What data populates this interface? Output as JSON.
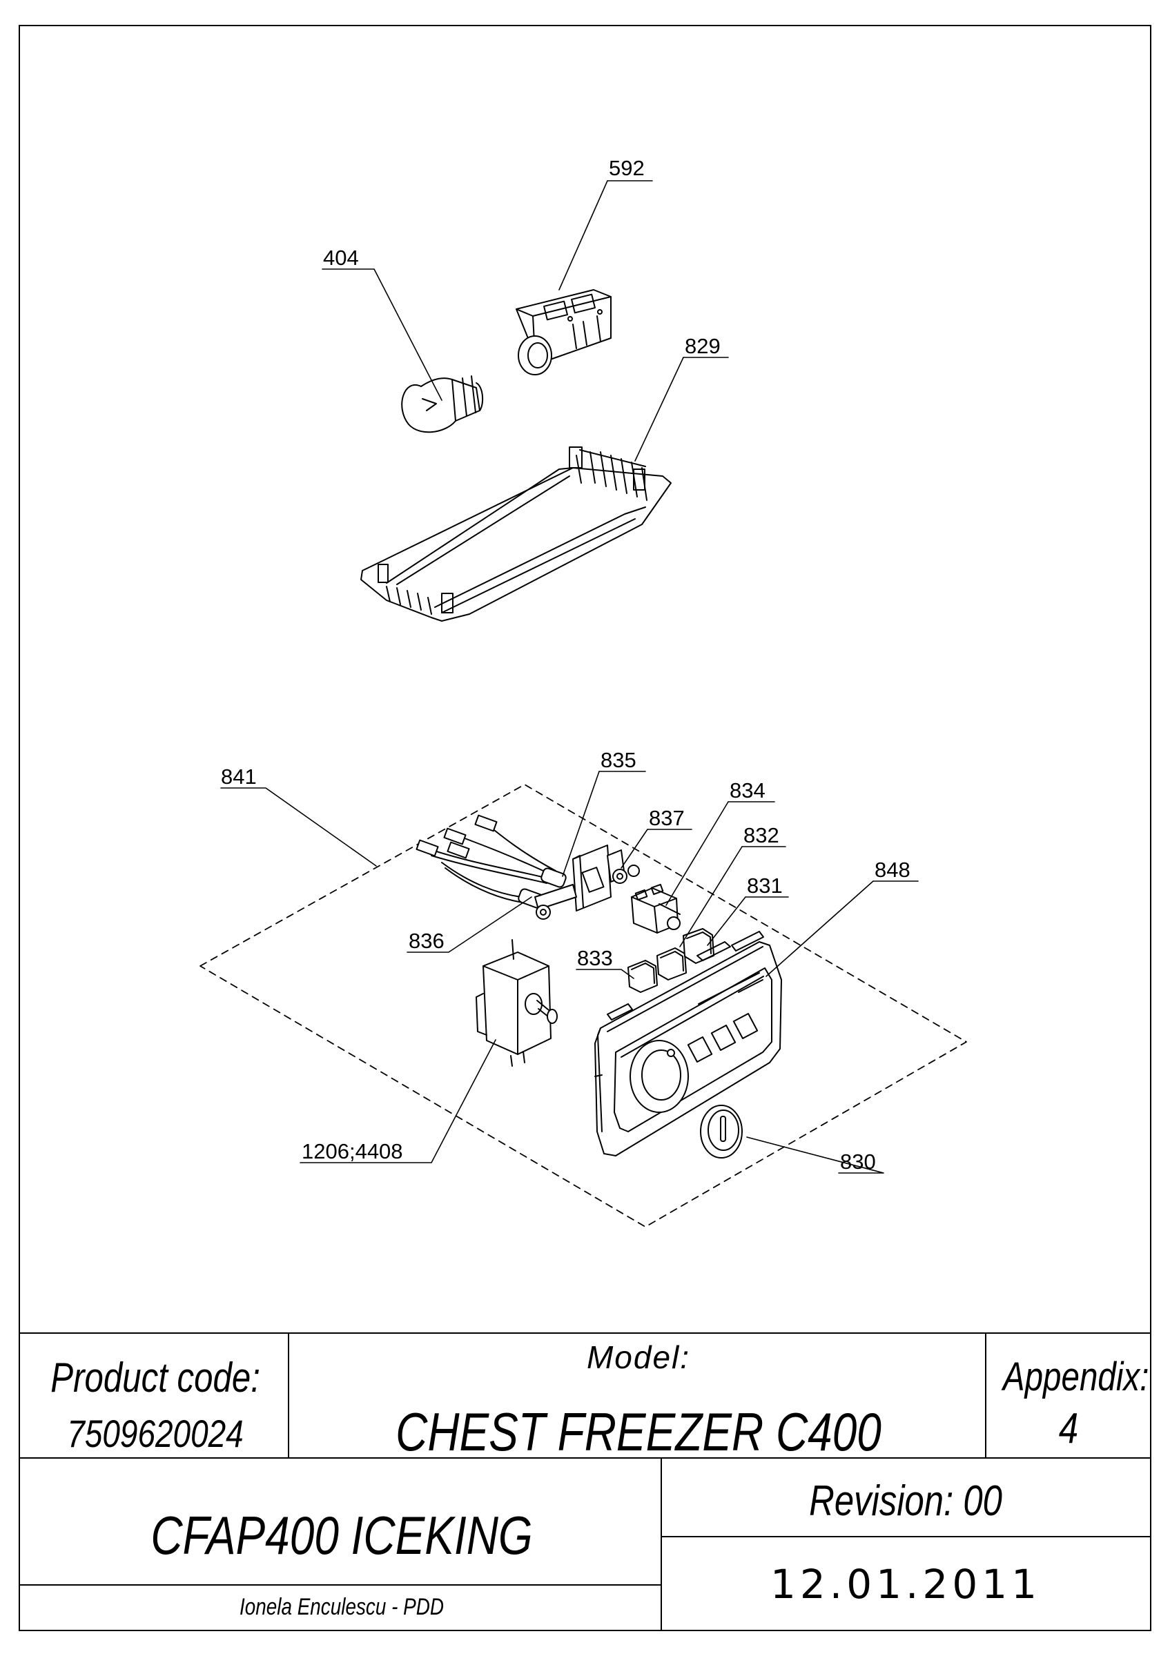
{
  "callouts": {
    "c404": "404",
    "c592": "592",
    "c829": "829",
    "c835": "835",
    "c841": "841",
    "c834": "834",
    "c837": "837",
    "c832": "832",
    "c831": "831",
    "c848": "848",
    "c836": "836",
    "c833": "833",
    "c1206": "1206;4408",
    "c830": "830"
  },
  "title_block": {
    "product_code_label": "Product code:",
    "product_code": "7509620024",
    "model_label": "Model:",
    "model": "CHEST FREEZER C400",
    "appendix_label": "Appendix:",
    "appendix": "4",
    "name": "CFAP400 ICEKING",
    "revision": "Revision: 00",
    "date": "12.01.2011",
    "author": "Ionela Enculescu - PDD"
  }
}
